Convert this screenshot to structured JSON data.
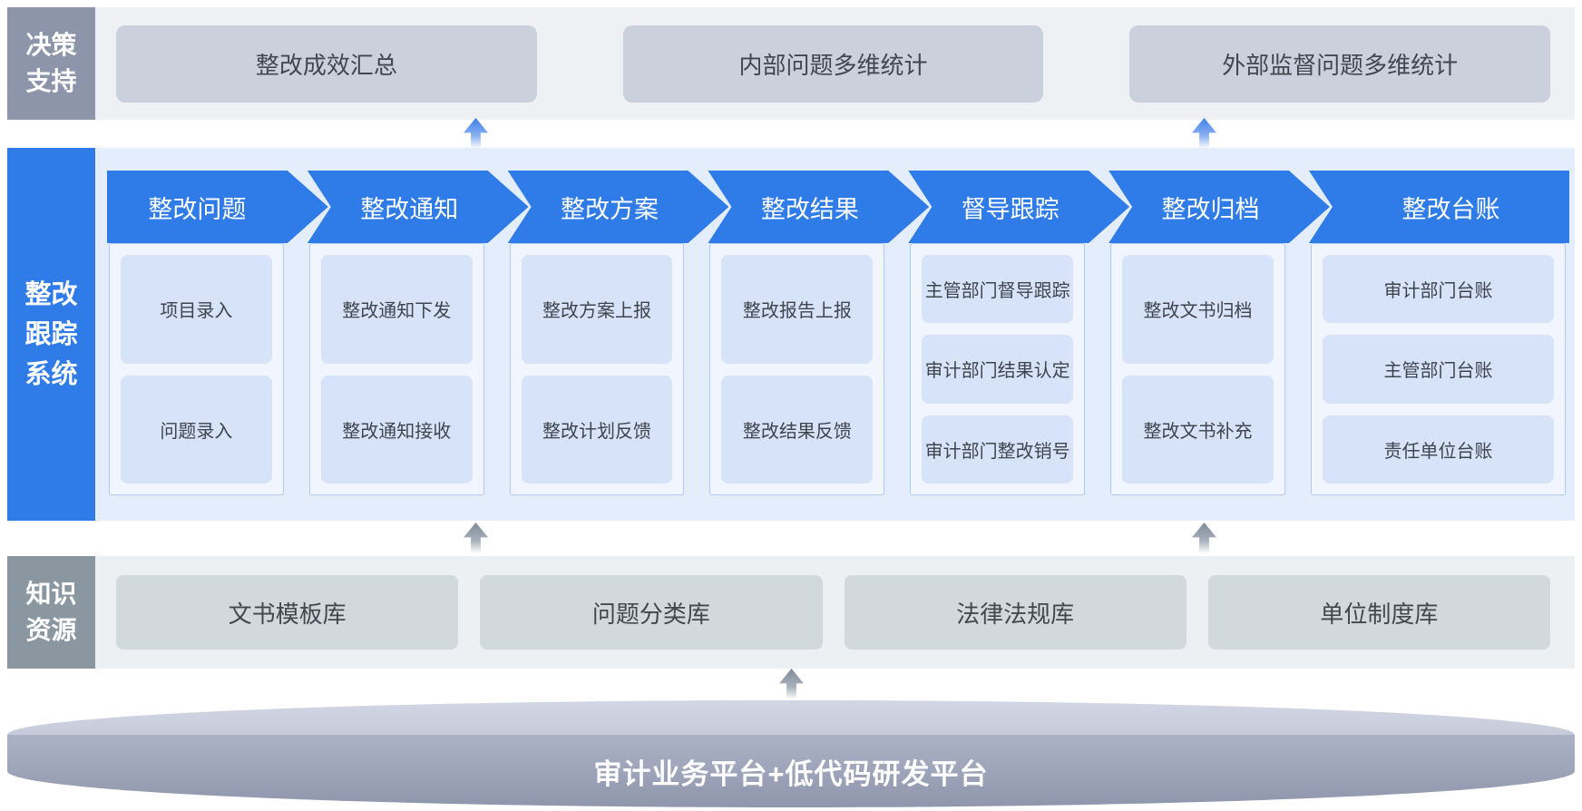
{
  "rows": {
    "decision": {
      "label": "决策\n支持",
      "boxes": [
        "整改成效汇总",
        "内部问题多维统计",
        "外部监督问题多维统计"
      ]
    },
    "system": {
      "label": "整改\n跟踪\n系统",
      "columns": [
        {
          "header": "整改问题",
          "items": [
            "项目录入",
            "问题录入"
          ]
        },
        {
          "header": "整改通知",
          "items": [
            "整改通知下发",
            "整改通知接收"
          ]
        },
        {
          "header": "整改方案",
          "items": [
            "整改方案上报",
            "整改计划反馈"
          ]
        },
        {
          "header": "整改结果",
          "items": [
            "整改报告上报",
            "整改结果反馈"
          ]
        },
        {
          "header": "督导跟踪",
          "items": [
            "主管部门督导跟踪",
            "审计部门结果认定",
            "审计部门整改销号"
          ]
        },
        {
          "header": "整改归档",
          "items": [
            "整改文书归档",
            "整改文书补充"
          ]
        },
        {
          "header": "整改台账",
          "items": [
            "审计部门台账",
            "主管部门台账",
            "责任单位台账"
          ]
        }
      ]
    },
    "knowledge": {
      "label": "知识\n资源",
      "boxes": [
        "文书模板库",
        "问题分类库",
        "法律法规库",
        "单位制度库"
      ]
    },
    "platform": {
      "label": "审计业务平台+低代码研发平台"
    }
  },
  "colors": {
    "primary_blue": "#2F7CE8",
    "section_light_blue": "#E3EDFC",
    "stage_item_blue": "#D7E3F8",
    "decision_label_gray": "#8C95A9",
    "decision_box_gray": "#CAD1DD",
    "knowledge_label_gray": "#8A97A0",
    "knowledge_box_gray": "#D2D9DD",
    "cylinder_gray": "#9BA2B7",
    "arrow_blue": "#3D7FE9",
    "arrow_gray": "#7E8A98"
  }
}
